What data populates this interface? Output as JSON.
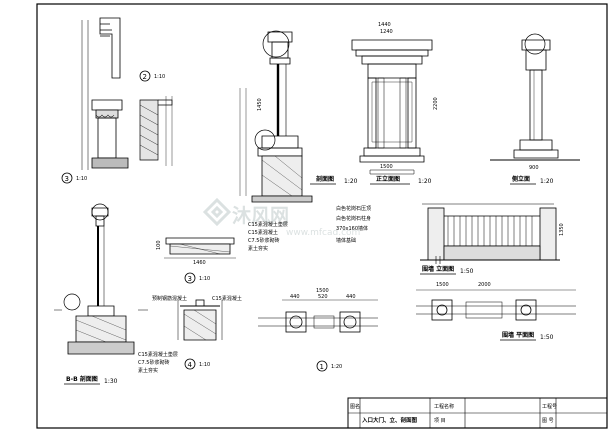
{
  "title_block": {
    "drawing_name_label": "图名",
    "drawing_name": "入口大门、立、剖面图",
    "project_name_label": "工程名称",
    "project_label": "项 目",
    "project_no_label": "工程号",
    "drawing_no_label": "图 号"
  },
  "watermark": {
    "brand": "沐风网",
    "url": "www.mfcad.com"
  },
  "views": {
    "gate_elevation": {
      "title": "正立面图",
      "scale": "1:20"
    },
    "side_elevation": {
      "title": "侧立面",
      "scale": "1:20"
    },
    "section_view": {
      "title": "剖面图",
      "scale": "1:20"
    },
    "section_bb": {
      "title": "B-B 剖面图",
      "scale": "1:30"
    },
    "fence_elevation": {
      "title": "围墙 立面图",
      "scale": "1:50"
    },
    "fence_plan": {
      "title": "围墙 平面图",
      "scale": "1:50"
    },
    "plan_1": {
      "number": "1",
      "scale": "1:20"
    },
    "detail_2": {
      "number": "2",
      "scale": "1:10"
    },
    "detail_3a": {
      "number": "3",
      "scale": "1:10"
    },
    "detail_3b": {
      "number": "3",
      "scale": "1:10"
    },
    "detail_4": {
      "number": "4",
      "scale": "1:10"
    }
  },
  "notes": {
    "fence_callouts": [
      "白色花岗石压顶",
      "白色花岗石柱身",
      "370x160墙体",
      "墙体基础"
    ],
    "concrete_layers": [
      "C15素混凝土垫层",
      "C15素混凝土",
      "C7.5砂浆砌砖",
      "素土夯实"
    ],
    "section_bb_layers": [
      "C15素混凝土垫层",
      "C7.5砂浆砌砖",
      "素土夯实"
    ],
    "detail4_labels": [
      "预制钢筋混凝土",
      "C15素混凝土"
    ]
  },
  "dimensions": {
    "gate_top": "1440",
    "gate_inner": "1240",
    "gate_base": "1500",
    "gate_height": "2200",
    "side_base": "900",
    "plan_a": "440",
    "plan_b": "520",
    "plan_c": "440",
    "plan_d": "1500",
    "fence_plan_a": "1500",
    "fence_plan_b": "2000",
    "detail3_width": "1460",
    "detail3_depth": "100",
    "section_height": "1450",
    "fence_height": "1350"
  }
}
